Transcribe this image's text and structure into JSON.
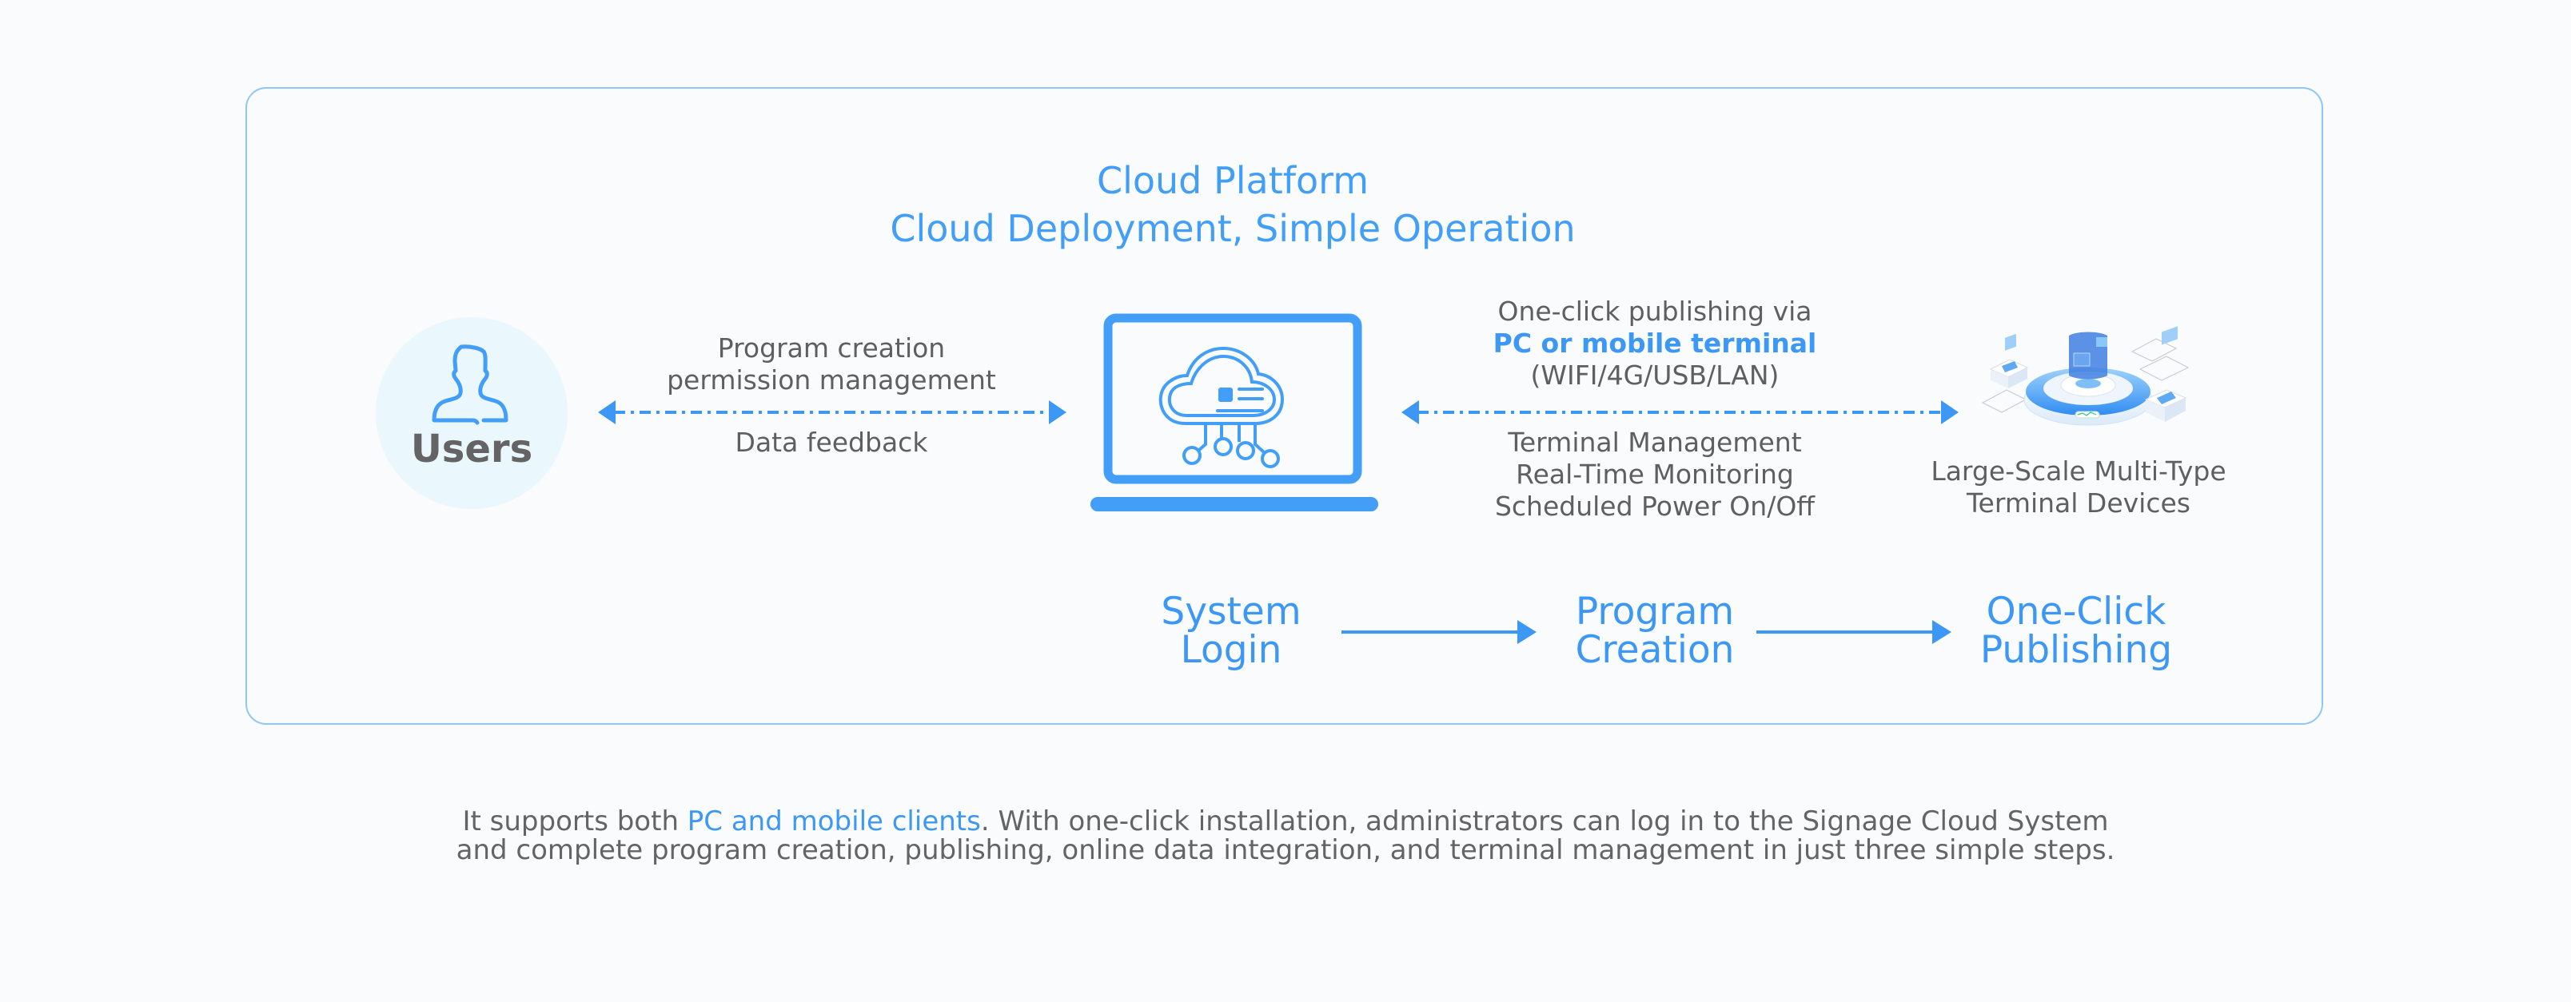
{
  "colors": {
    "accent": "#3d97f5",
    "frame_border": "#8cc7f5",
    "users_circle_bg": "#eaf7fd",
    "text_gray": "#646464",
    "background": "#f9fbfd"
  },
  "header": {
    "title_line1": "Cloud Platform",
    "title_line2": "Cloud Deployment, Simple Operation"
  },
  "users": {
    "icon": "user-outline-icon",
    "label": "Users"
  },
  "left_link": {
    "top_line1": "Program creation",
    "top_line2": "permission management",
    "bottom": "Data feedback",
    "arrow": "bidirectional-dash-dot-arrow"
  },
  "platform": {
    "icon": "laptop-cloud-network-icon"
  },
  "right_link": {
    "top_line1": "One-click publishing via",
    "top_line2_highlight": "PC or mobile terminal",
    "top_line3": "(WIFI/4G/USB/LAN)",
    "bottom_lines": [
      "Terminal Management",
      "Real-Time Monitoring",
      "Scheduled Power On/Off"
    ],
    "arrow": "bidirectional-dash-dot-arrow"
  },
  "devices": {
    "icon": "isometric-terminal-devices-illustration",
    "label_line1": "Large-Scale Multi-Type",
    "label_line2": "Terminal Devices"
  },
  "flow": {
    "steps": [
      {
        "line1": "System",
        "line2": "Login"
      },
      {
        "line1": "Program",
        "line2": "Creation"
      },
      {
        "line1": "One-Click",
        "line2": "Publishing"
      }
    ],
    "arrow": "right-arrow"
  },
  "caption": {
    "line1_before": "It supports both ",
    "line1_highlight": "PC and mobile clients",
    "line1_after": ". With one-click installation, administrators can log in to the Signage Cloud System",
    "line2": "and complete program creation, publishing, online data integration, and terminal management in just three simple steps."
  }
}
